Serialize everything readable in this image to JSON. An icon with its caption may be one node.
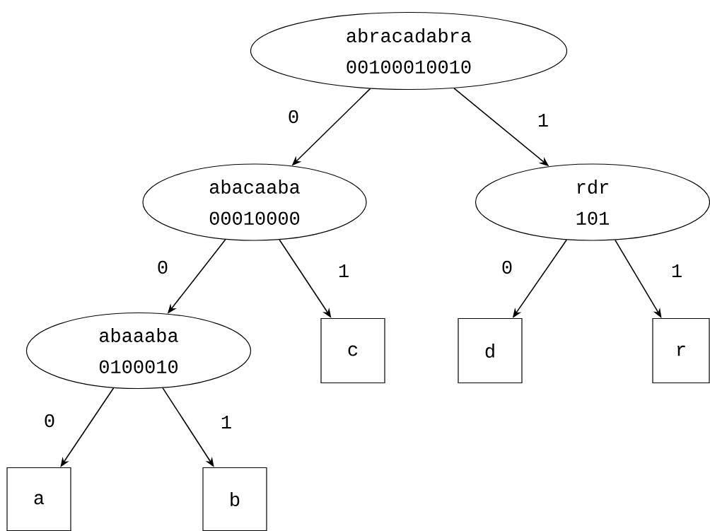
{
  "diagram": {
    "nodes": [
      {
        "text": [
          "abracadabra",
          "00100010010"
        ]
      },
      {
        "text": [
          "abacaaba",
          "00010000"
        ]
      },
      {
        "text": [
          "rdr",
          "101"
        ]
      },
      {
        "text": [
          "abaaaba",
          "0100010"
        ]
      },
      {
        "text": [
          "c"
        ]
      },
      {
        "text": [
          "d"
        ]
      },
      {
        "text": [
          "r"
        ]
      },
      {
        "text": [
          "a"
        ]
      },
      {
        "text": [
          "b"
        ]
      }
    ],
    "edges": [
      {
        "from": 0,
        "to": 1,
        "arrow": "to",
        "label": "0"
      },
      {
        "from": 0,
        "to": 2,
        "arrow": "to",
        "label": "1"
      },
      {
        "from": 1,
        "to": 3,
        "arrow": "to",
        "label": "0"
      },
      {
        "from": 1,
        "to": 4,
        "arrow": "to",
        "label": "1"
      },
      {
        "from": 2,
        "to": 5,
        "arrow": "to",
        "label": "0"
      },
      {
        "from": 2,
        "to": 6,
        "arrow": "to",
        "label": "1"
      },
      {
        "from": 3,
        "to": 7,
        "arrow": "to",
        "label": "0"
      },
      {
        "from": 3,
        "to": 8,
        "arrow": "to",
        "label": "1"
      }
    ]
  }
}
